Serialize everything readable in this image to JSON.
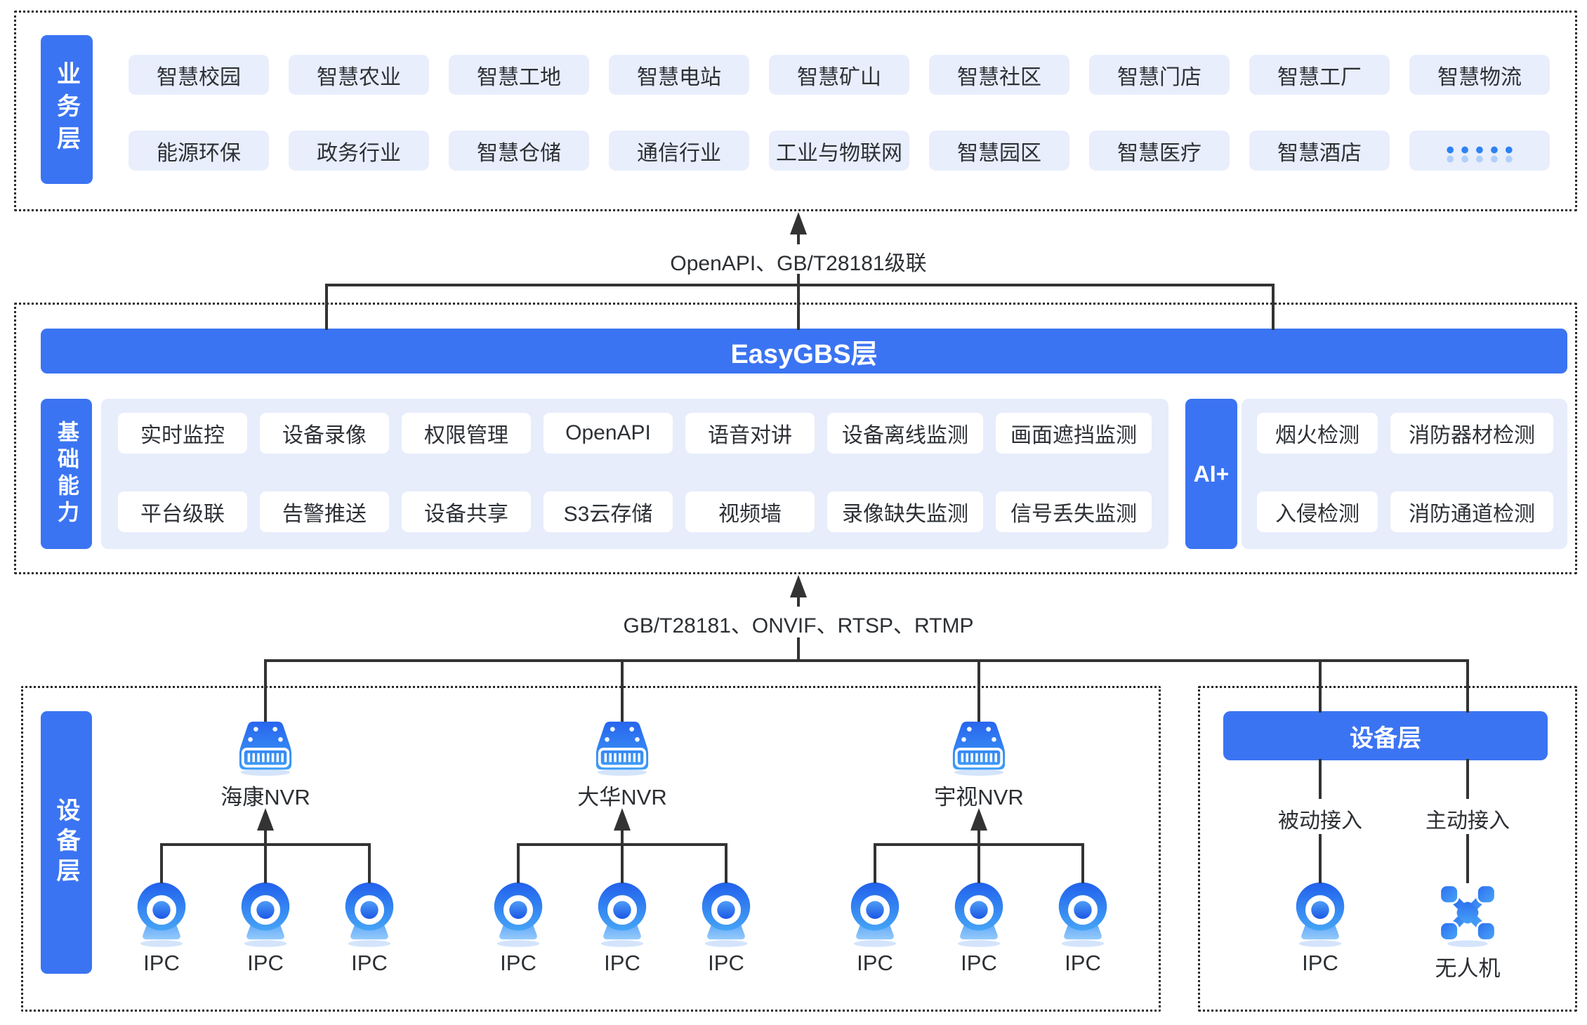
{
  "colors": {
    "primary_blue": "#3b74f2",
    "light_box_bg": "#e8eefc",
    "panel_bg": "#e7edfb",
    "white_box_bg": "#ffffff",
    "line": "#333333",
    "text_dark": "#2d3136",
    "icon_blue_dark": "#2463ee",
    "icon_blue_light": "#47a3f6"
  },
  "business_layer": {
    "side_label": "业务层",
    "row1": [
      "智慧校园",
      "智慧农业",
      "智慧工地",
      "智慧电站",
      "智慧矿山",
      "智慧社区",
      "智慧门店",
      "智慧工厂",
      "智慧物流"
    ],
    "row2": [
      "能源环保",
      "政务行业",
      "智慧仓储",
      "通信行业",
      "工业与物联网",
      "智慧园区",
      "智慧医疗",
      "智慧酒店"
    ],
    "more_dots": "•••••"
  },
  "connectors": {
    "top_label": "OpenAPI、GB/T28181级联",
    "bottom_label": "GB/T28181、ONVIF、RTSP、RTMP"
  },
  "easygbs_layer": {
    "bar_title": "EasyGBS层",
    "side_label": "基础能力",
    "capabilities_row1": [
      "实时监控",
      "设备录像",
      "权限管理",
      "OpenAPI",
      "语音对讲",
      "设备离线监测",
      "画面遮挡监测"
    ],
    "capabilities_row2": [
      "平台级联",
      "告警推送",
      "设备共享",
      "S3云存储",
      "视频墙",
      "录像缺失监测",
      "信号丢失监测"
    ],
    "ai_label": "AI+",
    "ai_row1": [
      "烟火检测",
      "消防器材检测"
    ],
    "ai_row2": [
      "入侵检测",
      "消防通道检测"
    ]
  },
  "device_layer": {
    "side_label": "设备层",
    "nvr_groups": [
      {
        "name": "海康NVR",
        "ipc_labels": [
          "IPC",
          "IPC",
          "IPC"
        ]
      },
      {
        "name": "大华NVR",
        "ipc_labels": [
          "IPC",
          "IPC",
          "IPC"
        ]
      },
      {
        "name": "宇视NVR",
        "ipc_labels": [
          "IPC",
          "IPC",
          "IPC"
        ]
      }
    ],
    "right_panel": {
      "header": "设备层",
      "columns": [
        {
          "access_mode": "被动接入",
          "device_label": "IPC"
        },
        {
          "access_mode": "主动接入",
          "device_label": "无人机"
        }
      ]
    }
  }
}
